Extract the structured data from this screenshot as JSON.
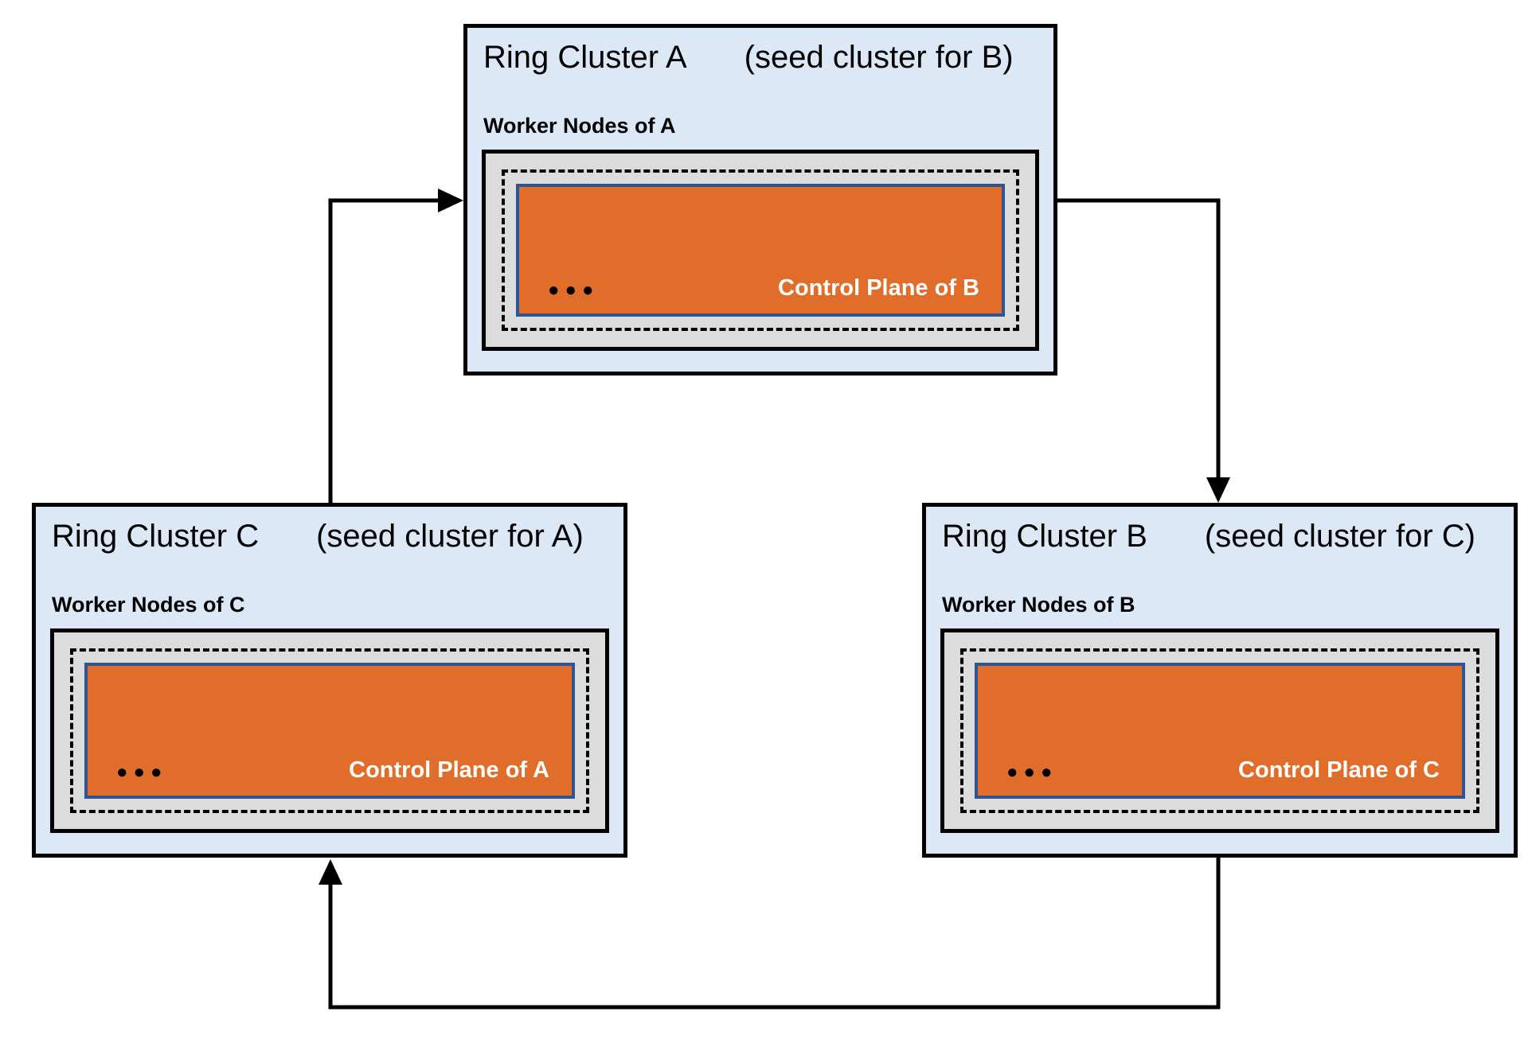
{
  "diagram": {
    "background": "#ffffff",
    "colors": {
      "cluster_fill": "#dce8f5",
      "cluster_border": "#000000",
      "node_panel_fill": "#dcdcdc",
      "node_panel_border": "#000000",
      "dashed_ring_border": "#000000",
      "control_plane_fill": "#e06e2a",
      "control_plane_border": "#2e5492",
      "control_plane_text": "#ffffff",
      "connector_line": "#000000"
    },
    "clusters": [
      {
        "id": "A",
        "title": "Ring Cluster A",
        "subtitle": "(seed cluster for B)",
        "worker_label": "Worker Nodes of A",
        "dots": "●●●",
        "control_plane_label": "Control Plane of B"
      },
      {
        "id": "B",
        "title": "Ring Cluster B",
        "subtitle": "(seed cluster for C)",
        "worker_label": "Worker Nodes of B",
        "dots": "●●●",
        "control_plane_label": "Control Plane of C"
      },
      {
        "id": "C",
        "title": "Ring Cluster C",
        "subtitle": "(seed cluster for A)",
        "worker_label": "Worker Nodes of C",
        "dots": "●●●",
        "control_plane_label": "Control Plane of A"
      }
    ],
    "edges": [
      {
        "from": "C",
        "to": "A"
      },
      {
        "from": "A",
        "to": "B"
      },
      {
        "from": "B",
        "to": "C"
      }
    ]
  }
}
